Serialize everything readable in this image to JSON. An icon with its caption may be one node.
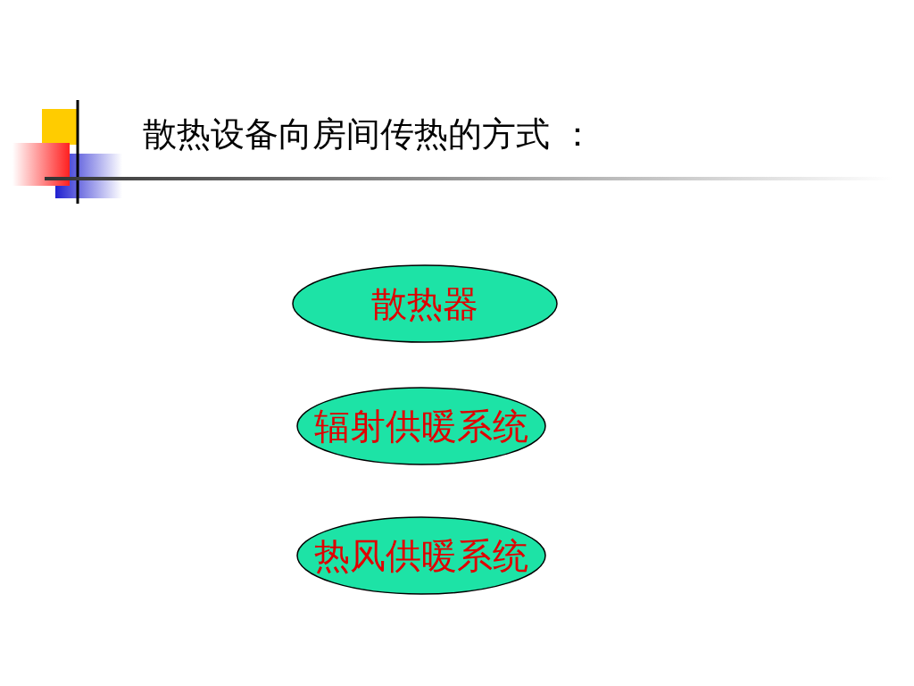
{
  "diagram": {
    "title": "散热设备向房间传热的方式 ：",
    "nodes": [
      {
        "text": [
          "散热器"
        ]
      },
      {
        "text": [
          "辐射供暖系统"
        ]
      },
      {
        "text": [
          "热风供暖系统"
        ]
      }
    ]
  }
}
